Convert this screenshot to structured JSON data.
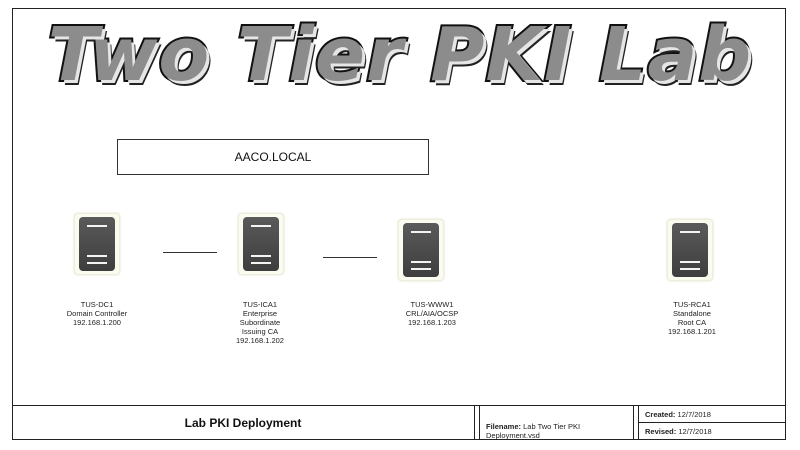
{
  "banner_title": "Two Tier PKI Lab",
  "domain": "AACO.LOCAL",
  "servers": [
    {
      "lines": [
        "TUS-DC1",
        "Domain Controller",
        "192.168.1.200"
      ]
    },
    {
      "lines": [
        "TUS-ICA1",
        "Enterprise",
        "Subordinate",
        "Issuing CA",
        "192.168.1.202"
      ]
    },
    {
      "lines": [
        "TUS-WWW1",
        "CRL/AIA/OCSP",
        "192.168.1.203"
      ]
    },
    {
      "lines": [
        "TUS-RCA1",
        "Standalone",
        "Root CA",
        "192.168.1.201"
      ]
    }
  ],
  "title_block": {
    "project": "Lab PKI Deployment",
    "filename_label": "Filename:",
    "filename_value": "Lab Two Tier PKI",
    "filename_value_line2": "Deployment.vsd",
    "created_label": "Created:",
    "created_value": "12/7/2018",
    "revised_label": "Revised:",
    "revised_value": "12/7/2018"
  },
  "colors": {
    "banner_fill": "#8c8c8c",
    "server_body": "#4a4a4a",
    "server_halo": "#fbfbf0"
  }
}
